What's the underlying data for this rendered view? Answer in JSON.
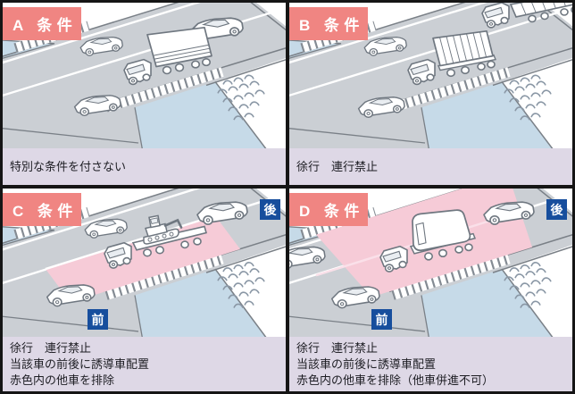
{
  "figure": {
    "description": "bridge crossing condition diagram",
    "colors": {
      "condition_badge_bg": "#F08582",
      "condition_badge_text": "#FFFFFF",
      "caption_bg": "#DED8E6",
      "caption_text": "#1E1E24",
      "road": "#CBCFD4",
      "water": "#C6DAE8",
      "restricted_zone_pink": "#F6CBD7",
      "position_badge_bg": "#174E9D",
      "outline_gray": "#6F7780",
      "frame_black": "#151515"
    }
  },
  "panels": [
    {
      "id": "A",
      "badge": "A 条件",
      "caption_lines": [
        "特別な条件を付さない"
      ]
    },
    {
      "id": "B",
      "badge": "B 条件",
      "caption_lines": [
        "徐行　連行禁止"
      ]
    },
    {
      "id": "C",
      "badge": "C 条件",
      "front_badge": "前",
      "rear_badge": "後",
      "caption_lines": [
        "徐行　連行禁止",
        "当該車の前後に誘導車配置",
        "赤色内の他車を排除"
      ]
    },
    {
      "id": "D",
      "badge": "D 条件",
      "front_badge": "前",
      "rear_badge": "後",
      "caption_lines": [
        "徐行　連行禁止",
        "当該車の前後に誘導車配置",
        "赤色内の他車を排除（他車併進不可）"
      ]
    }
  ]
}
